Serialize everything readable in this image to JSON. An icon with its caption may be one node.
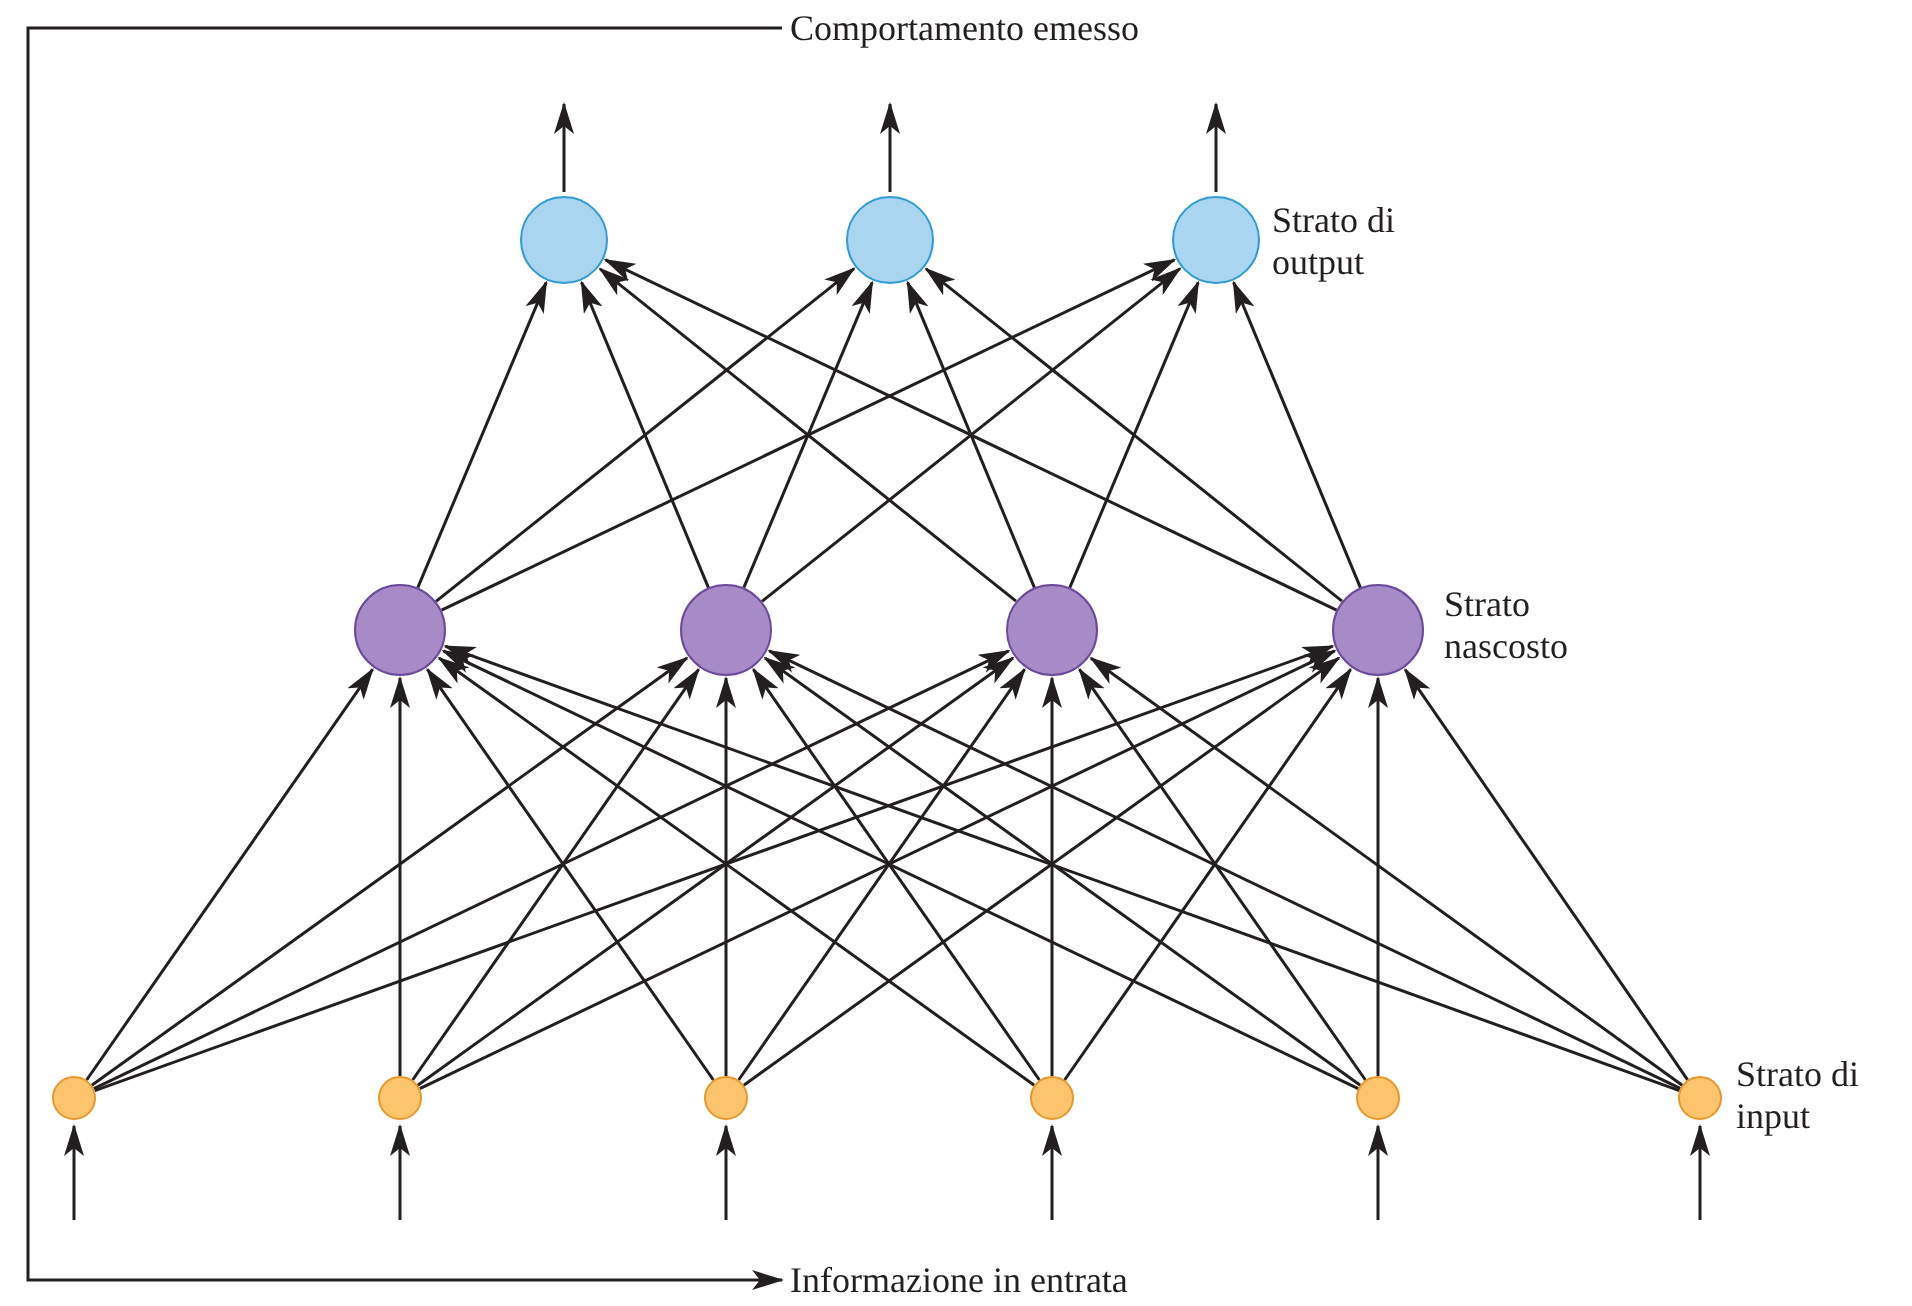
{
  "diagram": {
    "nodes": [
      {
        "text": [
          "Comportamento emesso"
        ]
      },
      {
        "text": [],
        "shape": "circle"
      },
      {
        "text": [],
        "shape": "circle"
      },
      {
        "text": [],
        "shape": "circle"
      },
      {
        "text": [],
        "shape": "circle"
      },
      {
        "text": [],
        "shape": "circle"
      },
      {
        "text": [],
        "shape": "circle"
      },
      {
        "text": [],
        "shape": "circle"
      },
      {
        "text": [],
        "shape": "circle"
      },
      {
        "text": [],
        "shape": "circle"
      },
      {
        "text": [],
        "shape": "circle"
      },
      {
        "text": [],
        "shape": "circle"
      },
      {
        "text": [],
        "shape": "circle"
      },
      {
        "text": [],
        "shape": "circle"
      },
      {
        "text": [
          "Informazione in entrata"
        ]
      }
    ],
    "edges": [
      {
        "from": 0,
        "to": 14,
        "arrow": "to"
      },
      {
        "from": 1,
        "to": null,
        "arrow": "to"
      },
      {
        "from": 2,
        "to": null,
        "arrow": "to"
      },
      {
        "from": 3,
        "to": null,
        "arrow": "to"
      },
      {
        "from": 4,
        "to": 1,
        "arrow": "to"
      },
      {
        "from": 4,
        "to": 2,
        "arrow": "to"
      },
      {
        "from": 4,
        "to": 3,
        "arrow": "to"
      },
      {
        "from": 5,
        "to": 1,
        "arrow": "to"
      },
      {
        "from": 5,
        "to": 2,
        "arrow": "to"
      },
      {
        "from": 5,
        "to": 3,
        "arrow": "to"
      },
      {
        "from": 6,
        "to": 1,
        "arrow": "to"
      },
      {
        "from": 6,
        "to": 2,
        "arrow": "to"
      },
      {
        "from": 6,
        "to": 3,
        "arrow": "to"
      },
      {
        "from": 7,
        "to": 1,
        "arrow": "to"
      },
      {
        "from": 7,
        "to": 2,
        "arrow": "to"
      },
      {
        "from": 7,
        "to": 3,
        "arrow": "to"
      },
      {
        "from": 8,
        "to": 4,
        "arrow": "to"
      },
      {
        "from": 8,
        "to": 5,
        "arrow": "to"
      },
      {
        "from": 8,
        "to": 6,
        "arrow": "to"
      },
      {
        "from": 8,
        "to": 7,
        "arrow": "to"
      },
      {
        "from": 9,
        "to": 4,
        "arrow": "to"
      },
      {
        "from": 9,
        "to": 5,
        "arrow": "to"
      },
      {
        "from": 9,
        "to": 6,
        "arrow": "to"
      },
      {
        "from": 9,
        "to": 7,
        "arrow": "to"
      },
      {
        "from": 10,
        "to": 4,
        "arrow": "to"
      },
      {
        "from": 10,
        "to": 5,
        "arrow": "to"
      },
      {
        "from": 10,
        "to": 6,
        "arrow": "to"
      },
      {
        "from": 10,
        "to": 7,
        "arrow": "to"
      },
      {
        "from": 11,
        "to": 4,
        "arrow": "to"
      },
      {
        "from": 11,
        "to": 5,
        "arrow": "to"
      },
      {
        "from": 11,
        "to": 6,
        "arrow": "to"
      },
      {
        "from": 11,
        "to": 7,
        "arrow": "to"
      },
      {
        "from": 12,
        "to": 4,
        "arrow": "to"
      },
      {
        "from": 12,
        "to": 5,
        "arrow": "to"
      },
      {
        "from": 12,
        "to": 6,
        "arrow": "to"
      },
      {
        "from": 12,
        "to": 7,
        "arrow": "to"
      },
      {
        "from": 13,
        "to": 4,
        "arrow": "to"
      },
      {
        "from": 13,
        "to": 5,
        "arrow": "to"
      },
      {
        "from": 13,
        "to": 6,
        "arrow": "to"
      },
      {
        "from": 13,
        "to": 7,
        "arrow": "to"
      },
      {
        "from": null,
        "to": 8,
        "arrow": "to"
      },
      {
        "from": null,
        "to": 9,
        "arrow": "to"
      },
      {
        "from": null,
        "to": 10,
        "arrow": "to"
      },
      {
        "from": null,
        "to": 11,
        "arrow": "to"
      },
      {
        "from": null,
        "to": 12,
        "arrow": "to"
      },
      {
        "from": null,
        "to": 13,
        "arrow": "to"
      }
    ],
    "labels": [
      "Strato di output",
      "Strato nascosto",
      "Strato di input"
    ]
  }
}
